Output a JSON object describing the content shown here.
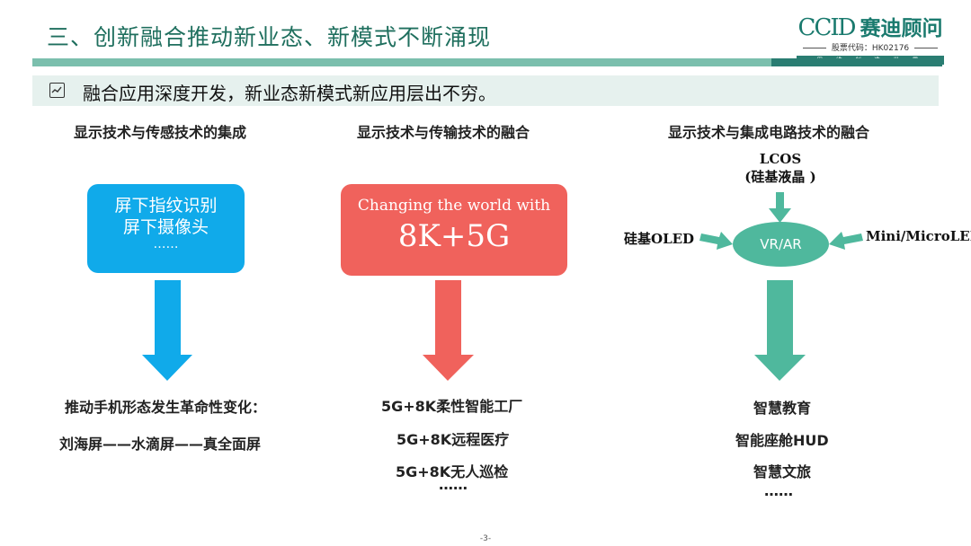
{
  "header": {
    "title": "三、创新融合推动新业态、新模式不断涌现",
    "logo": {
      "brand": "CCID",
      "name_cn": "赛迪顾问",
      "stock_code": "股票代码：HK02176",
      "slogan": "思 维 创 造 世 界"
    }
  },
  "subtitle": {
    "text": "融合应用深度开发，新业态新模式新应用层出不穷。"
  },
  "columns": [
    {
      "heading": "显示技术与传感技术的集成",
      "box_lines": [
        "屏下指纹识别",
        "屏下摄像头",
        "……"
      ],
      "outputs": [
        "推动手机形态发生革命性变化：",
        "刘海屏——水滴屏——真全面屏"
      ]
    },
    {
      "heading": "显示技术与传输技术的融合",
      "box_line1": "Changing the world with",
      "box_line2": "8K+5G",
      "outputs": [
        "5G+8K柔性智能工厂",
        "5G+8K远程医疗",
        "5G+8K无人巡检",
        "……"
      ]
    },
    {
      "heading": "显示技术与集成电路技术的融合",
      "center_label": "VR/AR",
      "input_top": [
        "LCOS",
        "(硅基液晶 )"
      ],
      "input_left": "硅基OLED",
      "input_right": "Mini/MicroLED",
      "outputs": [
        "智慧教育",
        "智能座舱HUD",
        "智慧文旅",
        "……"
      ]
    }
  ],
  "colors": {
    "blue": "#10aaea",
    "red": "#f0625c",
    "green": "#4fb89d",
    "teal": "#1f6f5e"
  },
  "footer": {
    "page": "-3-"
  }
}
